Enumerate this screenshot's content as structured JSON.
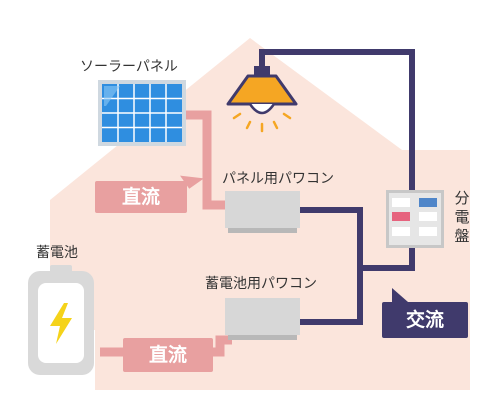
{
  "labels": {
    "solar_panel": "ソーラーパネル",
    "panel_pcs": "パネル用パワコン",
    "battery_pcs": "蓄電池用パワコン",
    "battery": "蓄電池",
    "breaker_box": [
      "分",
      "電",
      "盤"
    ]
  },
  "tags": {
    "dc_upper": "直流",
    "dc_lower": "直流",
    "ac": "交流"
  },
  "colors": {
    "house": "#fbe5dc",
    "dc_line": "#e8a0a0",
    "ac_line": "#403a6c",
    "panel_blue": "#2f8ee0",
    "lamp": "#f5a623",
    "bolt": "#f5d31a"
  },
  "icons": {
    "solar_panel": "solar-panel-icon",
    "lamp": "ceiling-lamp-icon",
    "pcs": "power-conditioner-icon",
    "battery": "battery-icon",
    "breaker": "breaker-box-icon"
  }
}
